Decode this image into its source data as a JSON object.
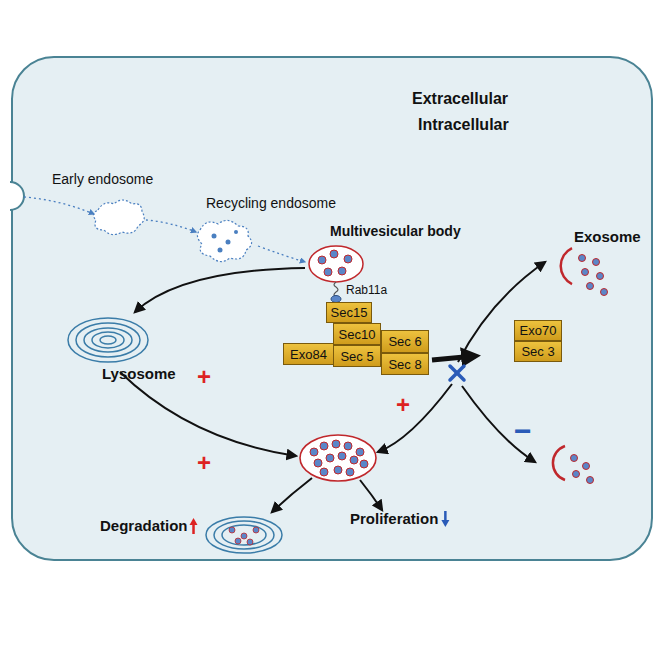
{
  "diagram": {
    "nodes": [
      {
        "text": [
          "Sec15"
        ]
      },
      {
        "text": [
          "Sec10"
        ]
      },
      {
        "text": [
          "Sec 6"
        ]
      },
      {
        "text": [
          "Exo84"
        ]
      },
      {
        "text": [
          "Sec 5"
        ]
      },
      {
        "text": [
          "Sec 8"
        ]
      },
      {
        "text": [
          "Exo70"
        ]
      },
      {
        "text": [
          "Sec 3"
        ]
      }
    ],
    "labels": [
      "Extracellular",
      "Intracellular",
      "Early endosome",
      "Recycling endosome",
      "Multivesicular body",
      "Exosome",
      "Rab11a",
      "Lysosome",
      "+",
      "+",
      "−",
      "+",
      "Degradation",
      "Proliferation"
    ]
  }
}
